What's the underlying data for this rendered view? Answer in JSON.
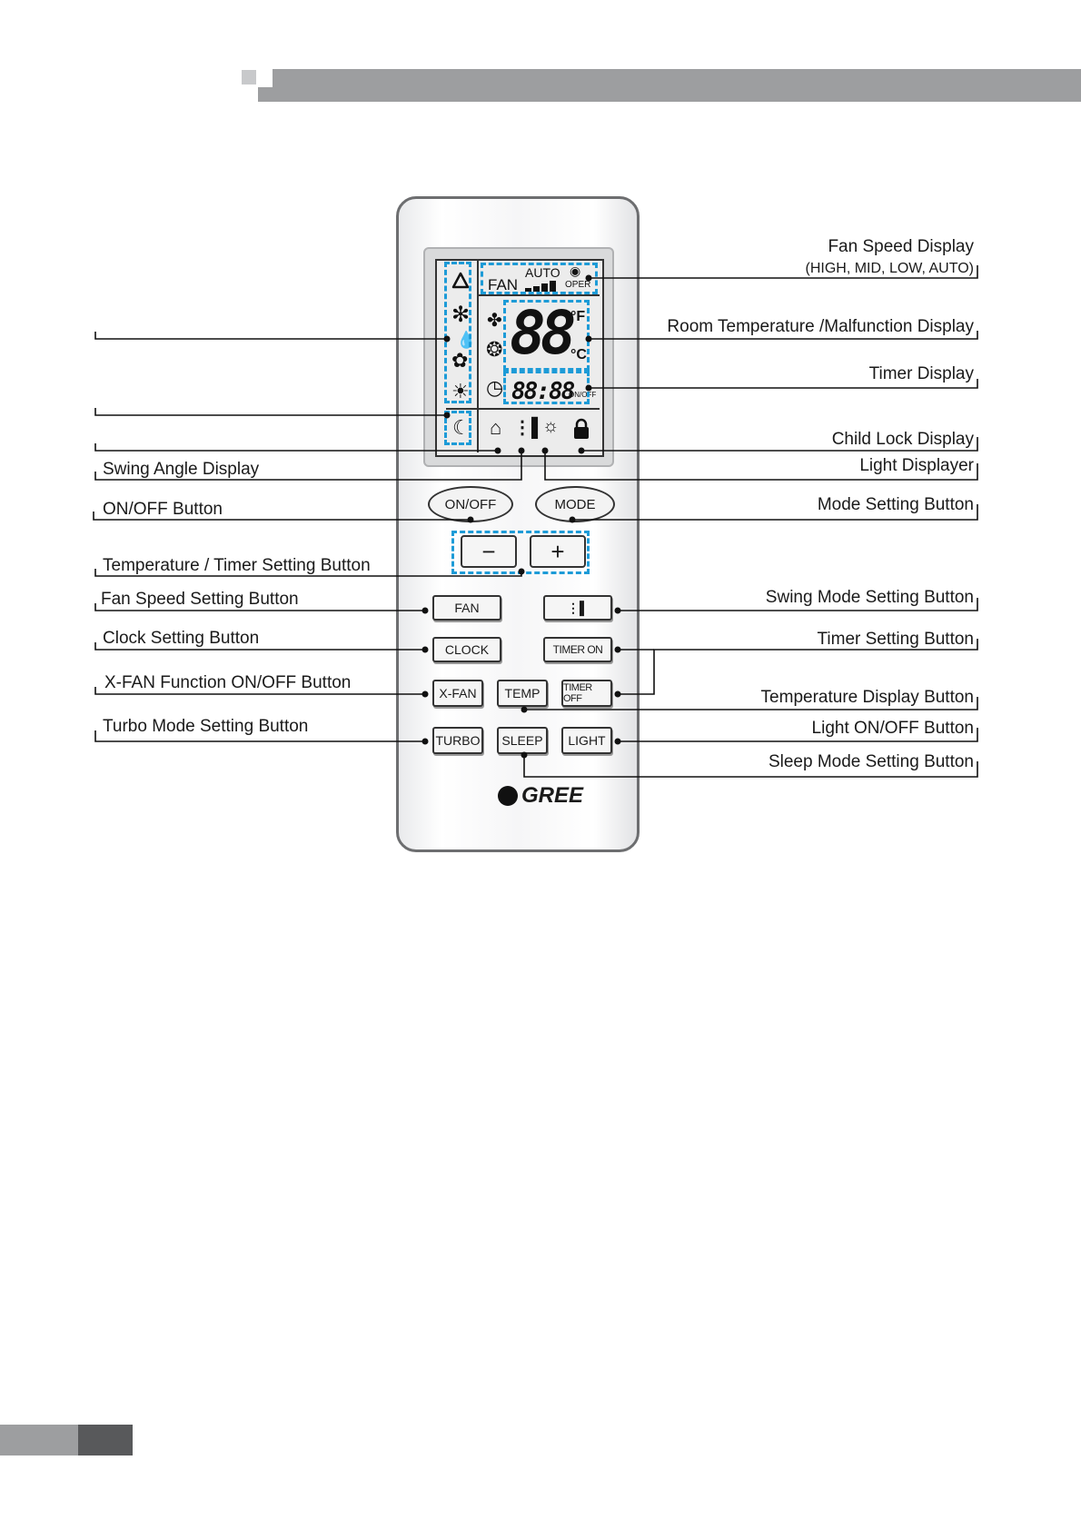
{
  "annotations": {
    "fan_speed_display": "Fan Speed Display",
    "fan_speed_levels": "(HIGH, MID, LOW, AUTO)",
    "room_temp_display": "Room Temperature /Malfunction Display",
    "timer_display": "Timer Display",
    "child_lock_display": "Child Lock Display",
    "light_displayer": "Light Displayer",
    "mode_setting_button": "Mode Setting Button",
    "swing_mode_setting_button": "Swing Mode Setting Button",
    "timer_setting_button": "Timer Setting Button",
    "temperature_display_button": "Temperature Display Button",
    "light_onoff_button": "Light ON/OFF Button",
    "sleep_mode_setting_button": "Sleep Mode Setting Button",
    "swing_angle_display": "Swing Angle Display",
    "onoff_button": "ON/OFF Button",
    "temp_timer_setting_button": "Temperature / Timer Setting Button",
    "fan_speed_setting_button": "Fan Speed Setting Button",
    "clock_setting_button": "Clock Setting Button",
    "xfan_function_button": "X-FAN Function ON/OFF Button",
    "turbo_mode_setting_button": "Turbo Mode Setting Button"
  },
  "lcd": {
    "fan": "FAN",
    "auto": "AUTO",
    "oper": "OPER",
    "temp_digits": "88",
    "unit_f": "°F",
    "unit_c": "°C",
    "timer_digits": "88:88",
    "on_off": "ON/OFF"
  },
  "buttons": {
    "on_off": "ON/OFF",
    "mode": "MODE",
    "minus": "−",
    "plus": "+",
    "fan": "FAN",
    "clock": "CLOCK",
    "timer_on": "TIMER ON",
    "x_fan": "X-FAN",
    "temp": "TEMP",
    "timer_off": "TIMER OFF",
    "turbo": "TURBO",
    "sleep": "SLEEP",
    "light": "LIGHT"
  },
  "brand": "GREE",
  "icons": [
    "auto-mode-icon",
    "cool-snowflake-icon",
    "dry-drop-icon",
    "fan-mode-icon",
    "heat-sun-icon",
    "sleep-moon-icon",
    "fan-blade-icon",
    "fan-swirl-icon",
    "clock-icon",
    "home-icon",
    "swing-icon",
    "light-bulb-icon",
    "lock-icon",
    "signal-icon"
  ],
  "colors": {
    "highlight": "#1d9bd7",
    "header": "#9d9ea0",
    "dark": "#58595b"
  }
}
